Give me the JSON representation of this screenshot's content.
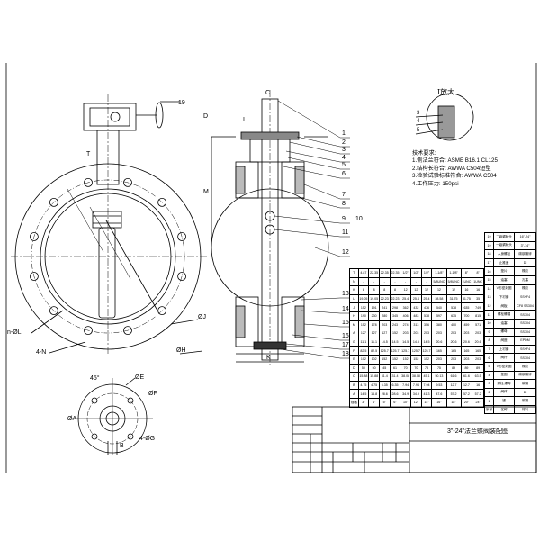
{
  "detail_title": "I放大",
  "detail_callouts": [
    "3",
    "4",
    "5"
  ],
  "requirements": {
    "heading": "技术要求:",
    "items": [
      "1.侧法兰符合: ASME B16.1 CL125",
      "2.结构长符合: AWWA C504短型",
      "3.检验试验标准符合: AWWA C504",
      "4.工作压力: 150psi"
    ]
  },
  "dimension_labels": {
    "C": "C",
    "D": "D",
    "M": "M",
    "K": "K",
    "T": "T",
    "L": "n-ØL",
    "N": "4-N",
    "J": "ØJ",
    "H": "ØH",
    "E": "ØE",
    "F": "ØF",
    "A": "ØA",
    "G": "4-ØG",
    "B": "B",
    "angle": "45°",
    "I": "I"
  },
  "balloons": [
    "1",
    "2",
    "3",
    "4",
    "5",
    "6",
    "7",
    "8",
    "9",
    "10",
    "11",
    "12",
    "13",
    "14",
    "15",
    "16",
    "17",
    "18",
    "19"
  ],
  "size_table": {
    "rows": [
      [
        "T",
        "4.87",
        "22.35",
        "22.35",
        "22.35",
        "1/2\"",
        "1/2\"",
        "1/2\"",
        "1-1/8\"",
        "1-1/8\"",
        "8\"",
        "8\""
      ],
      [
        "N",
        "-",
        "-",
        "-",
        "-",
        "-",
        "-",
        "-",
        "5/8UNC",
        "5/8UNC",
        "1UNC",
        "1UNC"
      ],
      [
        "K",
        "8",
        "8",
        "8",
        "8",
        "12",
        "12",
        "12",
        "12",
        "12",
        "16",
        "16"
      ],
      [
        "L",
        "19.05",
        "19.05",
        "22.23",
        "22.23",
        "25.4",
        "25.4",
        "25.4",
        "28.58",
        "31.75",
        "31.75",
        "35"
      ],
      [
        "J",
        "152",
        "191",
        "241",
        "298",
        "362",
        "432",
        "476",
        "540",
        "578",
        "635",
        "749"
      ],
      [
        "H",
        "190",
        "230",
        "280",
        "345",
        "406",
        "483",
        "538",
        "597",
        "635",
        "700",
        "815"
      ],
      [
        "M",
        "152",
        "178",
        "203",
        "243",
        "274",
        "313",
        "356",
        "380",
        "400",
        "459",
        "571"
      ],
      [
        "A",
        "127",
        "127",
        "127",
        "152",
        "203",
        "203",
        "203",
        "203",
        "203",
        "203",
        "203"
      ],
      [
        "G",
        "11.1",
        "11.1",
        "14.5",
        "14.5",
        "14.5",
        "14.5",
        "14.5",
        "20.6",
        "20.6",
        "20.6",
        "20.6"
      ],
      [
        "F",
        "82.5",
        "82.5",
        "125.7",
        "125.7",
        "125.7",
        "125.7",
        "125.7",
        "165",
        "165",
        "165",
        "165"
      ],
      [
        "E",
        "102",
        "102",
        "152",
        "152",
        "152",
        "152",
        "152",
        "203",
        "203",
        "203",
        "203"
      ],
      [
        "D",
        "50",
        "50",
        "45",
        "61",
        "70",
        "70",
        "73",
        "75",
        "89",
        "89",
        "89"
      ],
      [
        "C",
        "15.88",
        "15.88",
        "31.4",
        "31.4",
        "38.08",
        "38.08",
        "45.1",
        "50.13",
        "61.6",
        "61.6",
        "63.5"
      ],
      [
        "B",
        "4.75",
        "4.75",
        "6.35",
        "6.35",
        "7.94",
        "7.94",
        "7.94",
        "9.53",
        "12.7",
        "12.7",
        "16"
      ],
      [
        "A",
        "14.5",
        "16.8",
        "28.6",
        "28.6",
        "34.9",
        "34.9",
        "41.3",
        "47.6",
        "57.2",
        "57.2",
        "57.2"
      ],
      [
        "规格",
        "3\"",
        "4\"",
        "5\"",
        "6\"",
        "10\"",
        "12\"",
        "14\"",
        "16\"",
        "18\"",
        "20\"",
        "24\""
      ]
    ]
  },
  "parts_list": {
    "rows": [
      [
        "19",
        "二级蜗轮头",
        "16\"-24\""
      ],
      [
        "19",
        "一级蜗轮头",
        "3\"-14\""
      ],
      [
        "18",
        "人身螺栓",
        "碳钢镀锌"
      ],
      [
        "17",
        "止推盖",
        "DI"
      ],
      [
        "16",
        "垫片",
        "橡胶"
      ],
      [
        "15",
        "油塞",
        "孔塞"
      ],
      [
        "14",
        "V形密封圈",
        "橡胶"
      ],
      [
        "13",
        "下衬套",
        "SS+F4"
      ],
      [
        "12",
        "阀板",
        "CF8 SS304"
      ],
      [
        "11",
        "螺栓螺帽",
        "SS304"
      ],
      [
        "10",
        "油塞",
        "SS304"
      ],
      [
        "9",
        "螺母",
        "SS304"
      ],
      [
        "8",
        "阀座",
        "EPDM"
      ],
      [
        "7",
        "上衬套",
        "SS+F4"
      ],
      [
        "6",
        "阀杆",
        "SS304"
      ],
      [
        "5",
        "V形密封圈",
        "橡胶"
      ],
      [
        "4",
        "垫圈",
        "碳钢镀锌"
      ],
      [
        "3",
        "螺栓,螺母",
        "碳钢"
      ],
      [
        "2",
        "阀体",
        "DI"
      ],
      [
        "1",
        "键",
        "碳钢"
      ],
      [
        "序号",
        "名称",
        "材料"
      ]
    ]
  },
  "title_block": {
    "title": "3\"-24\"法兰蝶阀装配图"
  }
}
